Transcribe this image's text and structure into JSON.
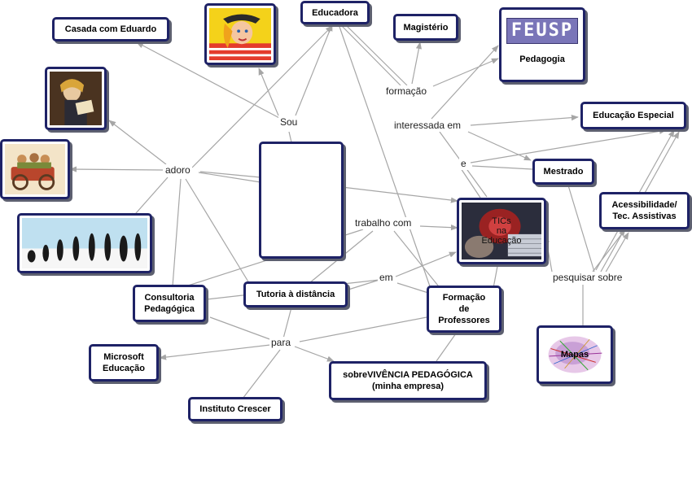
{
  "colors": {
    "node_border": "#1e2266",
    "node_shadow": "#5d6070",
    "link": "#a6a6a6",
    "label_text": "#222222"
  },
  "nodes": {
    "casada": "Casada com Eduardo",
    "educadora": "Educadora",
    "magisterio": "Magistério",
    "feusp_logo": "FEUSP",
    "pedagogia": "Pedagogia",
    "educacao_especial": "Educação Especial",
    "mestrado": "Mestrado",
    "acessibilidade_1": "Acessibilidade/",
    "acessibilidade_2": "Tec. Assistivas",
    "tics_1": "TICs",
    "tics_2": "na",
    "tics_3": "Educação",
    "consultoria_1": "Consultoria",
    "consultoria_2": "Pedagógica",
    "tutoria": "Tutoria à distância",
    "formacao_1": "Formação",
    "formacao_2": "de",
    "formacao_3": "Professores",
    "microsoft_1": "Microsoft",
    "microsoft_2": "Educação",
    "instituto": "Instituto Crescer",
    "sobrevivencia_1": "sobreVIVÊNCIA PEDAGÓGICA",
    "sobrevivencia_2": "(minha empresa)",
    "mapas": "Mapas"
  },
  "linking_phrases": {
    "sou": "Sou",
    "adoro": "adoro",
    "formacao": "formação",
    "interessada_em": "interessada em",
    "e": "e",
    "trabalho_com": "trabalho com",
    "em": "em",
    "para": "para",
    "pesquisar_sobre": "pesquisar sobre"
  },
  "icons": [
    "pirate-girl-cartoon",
    "woman-reading-painting",
    "antique-car-cartoon",
    "human-evolution-illustration",
    "tics-photo",
    "mind-map-network"
  ]
}
